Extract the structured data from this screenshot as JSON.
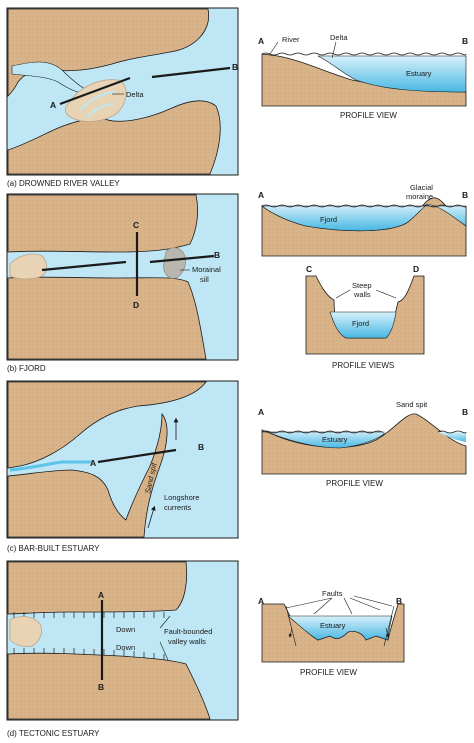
{
  "panel_a": {
    "caption": "(a) DROWNED RIVER VALLEY",
    "map_labels": {
      "delta": "Delta",
      "point_a": "A",
      "point_b": "B"
    },
    "profile": {
      "point_a": "A",
      "point_b": "B",
      "river": "River",
      "delta": "Delta",
      "estuary": "Estuary",
      "caption": "PROFILE VIEW"
    }
  },
  "panel_b": {
    "caption": "(b) FJORD",
    "map_labels": {
      "point_b": "B",
      "point_c": "C",
      "point_d": "D",
      "sill_line1": "Morainal",
      "sill_line2": "sill"
    },
    "profile_ab": {
      "point_a": "A",
      "point_b": "B",
      "moraine_line1": "Glacial",
      "moraine_line2": "moraine",
      "fjord": "Fjord"
    },
    "profile_cd": {
      "point_c": "C",
      "point_d": "D",
      "walls_line1": "Steep",
      "walls_line2": "walls",
      "fjord": "Fjord",
      "caption": "PROFILE VIEWS"
    }
  },
  "panel_c": {
    "caption": "(c) BAR-BUILT ESTUARY",
    "map_labels": {
      "point_a": "A",
      "point_b": "B",
      "sand_spit": "Sand spit",
      "currents_line1": "Longshore",
      "currents_line2": "currents"
    },
    "profile": {
      "point_a": "A",
      "point_b": "B",
      "sand_spit": "Sand spit",
      "estuary": "Estuary",
      "caption": "PROFILE VIEW"
    }
  },
  "panel_d": {
    "caption": "(d) TECTONIC ESTUARY",
    "map_labels": {
      "point_a": "A",
      "point_b": "B",
      "down1": "Down",
      "down2": "Down",
      "walls_line1": "Fault-bounded",
      "walls_line2": "valley walls"
    },
    "profile": {
      "point_a": "A",
      "point_b": "B",
      "faults": "Faults",
      "estuary": "Estuary",
      "caption": "PROFILE VIEW"
    }
  },
  "colors": {
    "water": "#bfe6f5",
    "water_deep": "#5ec3e8",
    "land": "#d9b48a",
    "sediment": "#e3c9a3",
    "delta": "#e8d3b4",
    "sill": "#b9b6b0",
    "outline": "#1a1a1a"
  }
}
